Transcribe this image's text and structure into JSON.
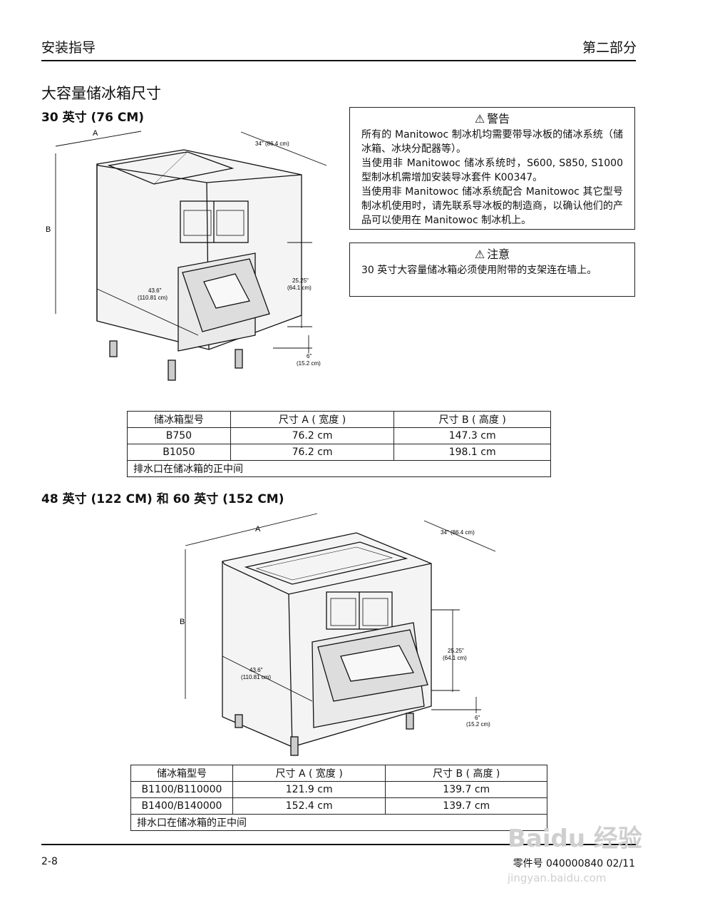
{
  "header": {
    "left": "安装指导",
    "right": "第二部分"
  },
  "section_title": "大容量储冰箱尺寸",
  "sub1": "30 英寸 (76 CM)",
  "sub2": "48 英寸 (122 CM) 和 60 英寸 (152 CM)",
  "warning": {
    "title": "警告",
    "lines": [
      "所有的 Manitowoc 制冰机均需要带导冰板的储冰系统（储冰箱、冰块分配器等）。",
      "当使用非 Manitowoc 储冰系统时，S600, S850, S1000 型制冰机需增加安装导冰套件 K00347。",
      "当使用非 Manitowoc 储冰系统配合 Manitowoc 其它型号制冰机使用时，请先联系导冰板的制造商，以确认他们的产品可以使用在 Manitowoc 制冰机上。"
    ]
  },
  "caution": {
    "title": "注意",
    "text": "30 英寸大容量储冰箱必须使用附带的支架连在墙上。"
  },
  "diagram1": {
    "label_a": "A",
    "label_b": "B",
    "depth": "34\" (86.4 cm)",
    "diag_in": "43.6\"",
    "diag_cm": "(110.81 cm)",
    "door_in": "25.25\"",
    "door_cm": "(64.1 cm)",
    "leg_in": "6\"",
    "leg_cm": "(15.2 cm)"
  },
  "diagram2": {
    "label_a": "A",
    "label_b": "B",
    "depth": "34\" (86.4 cm)",
    "diag_in": "43.6\"",
    "diag_cm": "(110.81 cm)",
    "door_in": "25.25\"",
    "door_cm": "(64.1 cm)",
    "leg_in": "6\"",
    "leg_cm": "(15.2 cm)"
  },
  "table1": {
    "headers": [
      "储冰箱型号",
      "尺寸 A ( 宽度 )",
      "尺寸 B ( 高度 )"
    ],
    "rows": [
      [
        "B750",
        "76.2 cm",
        "147.3 cm"
      ],
      [
        "B1050",
        "76.2 cm",
        "198.1 cm"
      ]
    ],
    "note": "排水口在储冰箱的正中间"
  },
  "table2": {
    "headers": [
      "储冰箱型号",
      "尺寸 A ( 宽度 )",
      "尺寸 B ( 高度 )"
    ],
    "rows": [
      [
        "B1100/B110000",
        "121.9 cm",
        "139.7 cm"
      ],
      [
        "B1400/B140000",
        "152.4 cm",
        "139.7 cm"
      ]
    ],
    "note": "排水口在储冰箱的正中间"
  },
  "footer": {
    "left": "2-8",
    "right": "零件号 040000840 02/11"
  },
  "watermark": {
    "main": "Baidu 经验",
    "url": "jingyan.baidu.com"
  }
}
